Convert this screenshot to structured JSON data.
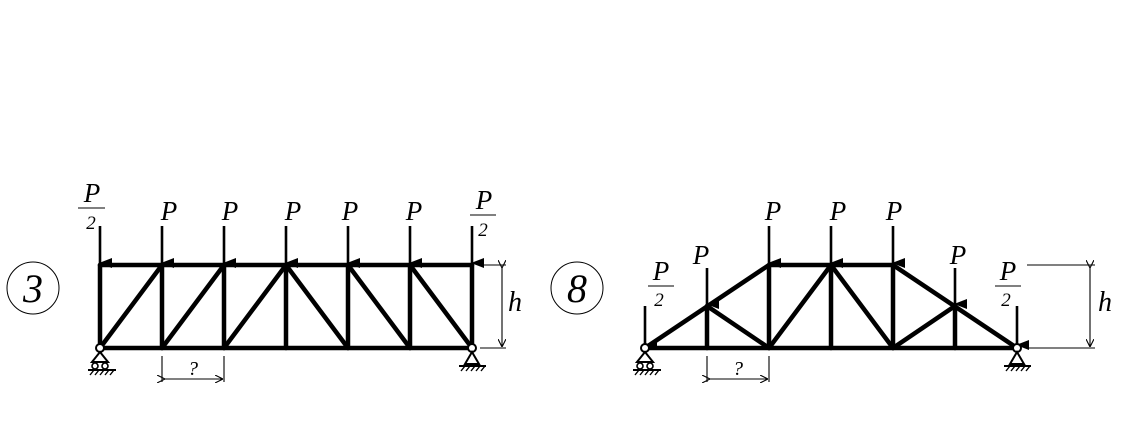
{
  "diagrams": [
    {
      "id": "3",
      "label": "3",
      "loads": [
        "P/2",
        "P",
        "P",
        "P",
        "P",
        "P",
        "P/2"
      ],
      "height_label": "h",
      "panel_label": "?"
    },
    {
      "id": "8",
      "label": "8",
      "loads": [
        "P/2",
        "P",
        "P",
        "P",
        "P",
        "P",
        "P/2"
      ],
      "height_label": "h",
      "panel_label": "?"
    }
  ],
  "symbols": {
    "force": "P",
    "half_denominator": "2"
  },
  "colors": {
    "ink": "#000000",
    "background": "#ffffff"
  }
}
